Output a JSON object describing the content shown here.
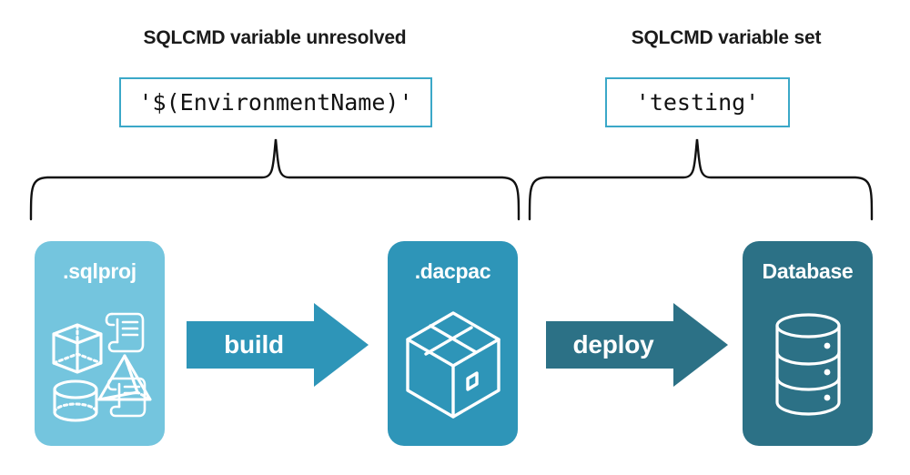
{
  "diagram": {
    "sections": [
      {
        "title": "SQLCMD variable unresolved",
        "code_value": "'$(EnvironmentName)'"
      },
      {
        "title": "SQLCMD variable set",
        "code_value": "'testing'"
      }
    ],
    "artifacts": [
      {
        "label": ".sqlproj",
        "icon": "wireframe-shapes-icon",
        "color": "#74c5de"
      },
      {
        "label": ".dacpac",
        "icon": "package-box-icon",
        "color": "#2e95b8"
      },
      {
        "label": "Database",
        "icon": "database-cylinder-icon",
        "color": "#2c7186"
      }
    ],
    "arrows": [
      {
        "label": "build",
        "color": "#2e95b8"
      },
      {
        "label": "deploy",
        "color": "#2c7186"
      }
    ],
    "accent_colors": {
      "code_box_border": "#3ba8c8",
      "brace_stroke": "#000000",
      "background": "#ffffff"
    }
  }
}
